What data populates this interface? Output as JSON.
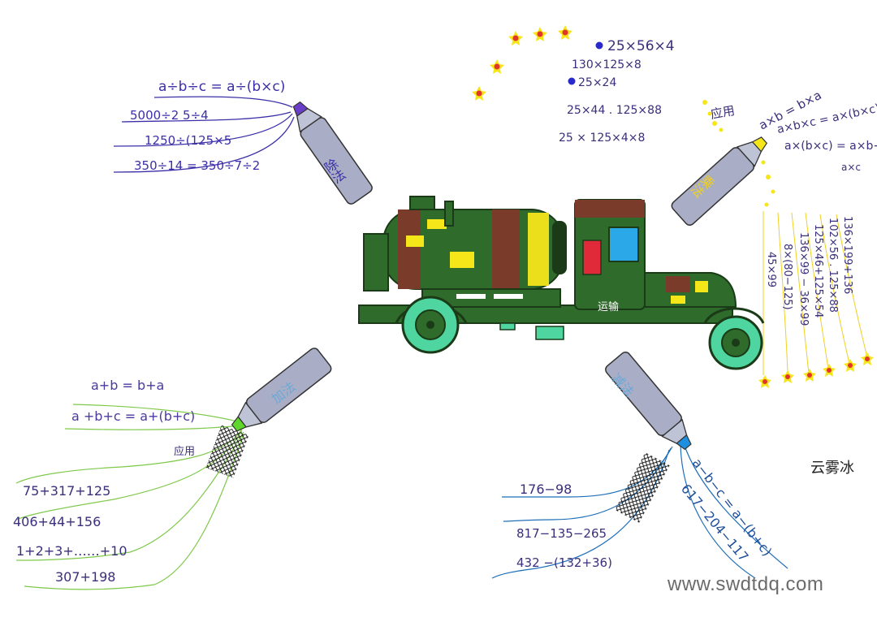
{
  "colors": {
    "division": "#3b2fa8",
    "multiplication": "#3a2f7a",
    "addition": "#4a9a2a",
    "subtraction": "#1f6fb8",
    "truck_green": "#2f6b2a",
    "truck_yellow": "#f5e61a",
    "truck_brown": "#7a3b2a",
    "wheel": "#4fd6a0"
  },
  "division": {
    "marker_label": "除法",
    "rule": "a÷b÷c = a÷(b×c)",
    "examples": [
      "5000÷2 5÷4",
      "1250÷(125×5",
      "350÷14 = 350÷7÷2"
    ]
  },
  "multiplication": {
    "marker_label": "乘法",
    "examples": [
      "25×56×4",
      "130×125×8",
      "25×24",
      "25×44 . 125×88",
      "25 × 125×4×8"
    ],
    "apply_label": "应用",
    "rules": [
      "a×b = b×a",
      "a×b×c = a×(b×c)",
      "a×(b×c) = a×b+",
      "a×c"
    ],
    "vertical_examples": [
      "136×199+136",
      "102×56 . 125×88",
      "125×46+125×54",
      "136×99 − 36×99",
      "8×(80−125)",
      "45×99"
    ]
  },
  "addition": {
    "marker_label": "加法",
    "rules": [
      "a+b = b+a",
      "a +b+c = a+(b+c)"
    ],
    "apply_label": "应用",
    "examples": [
      "75+317+125",
      "406+44+156",
      "1+2+3+……+10",
      "307+198"
    ]
  },
  "subtraction": {
    "marker_label": "减法",
    "rules": [
      "a−b−c = a−(b+c)",
      "617−204−117"
    ],
    "examples": [
      "176−98",
      "817−135−265",
      "432 −(132+36)"
    ]
  },
  "truck": {
    "door_text": "运输"
  },
  "author": "云雾冰",
  "watermark": "www.swdtdq.com"
}
